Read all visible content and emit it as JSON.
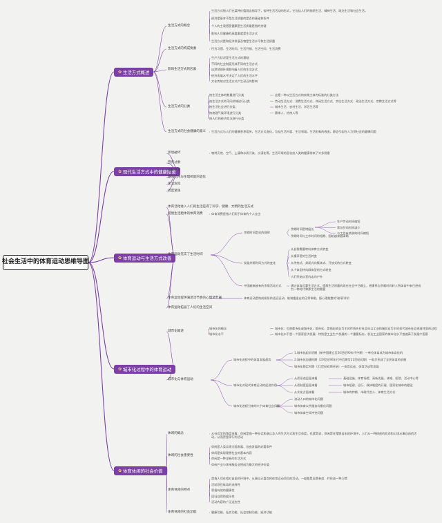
{
  "root": "社会生活中的体育运动思维导图",
  "colors": {
    "branch_fill": "#7b3fa6",
    "line": "#7b3fa6",
    "background": "#f2f2f0",
    "icon": "#ffd27a"
  },
  "branches": [
    {
      "title": "生活方式概述",
      "children": [
        {
          "label": "生活方式的概念",
          "items": [
            "生活方式指人们在某种价值观念指导下，各种生活活动的形式，它包括人们的物质生活、精神生活、政治生活和社会生活。",
            "经济是基本不是生活质量的是否的基础和条件",
            "个人的主观感受健康是生活质量是指的关键",
            "影响人们健康的高要素就是生活方式",
            "生活方式是和经济发展及物是生活水平和生活质量"
          ]
        },
        {
          "label": "生活方式的构成要素",
          "items": [
            "行为习惯、生活时间、生活开销、生活空间、生活消费"
          ]
        },
        {
          "label": "影响生活方式的因素",
          "items": [
            "生产力状况是生活方式的基础",
            "不同的社会制度形成不同的生活方式",
            "自然地理环境影响着人们的生活方式",
            "经济发展水平决定了人们的生活水平",
            "文化传统对生活方式产生深远的影响"
          ]
        },
        {
          "label": "生活方式的分类",
          "items": [
            "按生活主体的数量进行分类",
            "按生活方式的不同领域进行分类",
            "按生活社会进行分类",
            "按地理气候环境进行分类",
            "按人们的经济状况进行分类"
          ],
          "notes": [
            "这是一种以生活方式的实践主体为标准的分类方法",
            "劳动生活方式、消费生活方式、休闲生活方式、交往生活方式、政治生活方式、宗教生活方式等",
            "城市生活、农村生活、学区生活等",
            "赛季人、热带人等"
          ]
        },
        {
          "label": "生活方式的社会健康的意义",
          "items": [
            "生活方式与人们的健康息息相关，生活方式变化，包括生活内容、生活领域，生活形象的改变，都会引起在人力资社会的健康问题"
          ]
        }
      ]
    },
    {
      "title": "现代生活方式中的健康隐患",
      "children": [
        {
          "label": "环境破坏",
          "items": [
            "物种灭绝、空气、土壤和水质污染、沙漠化等，生活环境的恶化给人类的健康带来了许多隐患"
          ]
        },
        {
          "label": "营养过剩",
          "items": []
        },
        {
          "label": "运动不足",
          "items": []
        },
        {
          "label": "膳食结构与生理机能的退化",
          "items": []
        },
        {
          "label": "生活危险",
          "items": []
        },
        {
          "label": "高度紧张",
          "items": []
        }
      ]
    },
    {
      "title": "体育运动与生活方式改善",
      "children": [
        {
          "label": "体育活动进入人们的生活是得了科学、健康、文明的生活方式",
          "items": []
        },
        {
          "label": "提倡生活趋体的体育消费",
          "items": [
            "体育消费是指人们用于体育的个人支出"
          ]
        },
        {
          "label": "体育运动充实了生活时间",
          "groups": [
            {
              "label": "余暇时间是化的规律",
              "items": [
                "余暇时间是增届长",
                "余暇时间与工作时间的短期、固始越来越清晰"
              ],
              "sub": [
                "生产劳动时间缩短",
                "家务劳动时间减少",
                "与工作有关联的时间缩短"
              ]
            },
            {
              "label": "发展余暇时间方式的变化",
              "items": [
                "从自我需要转向体育方式转变",
                "从慢享受的生活转变",
                "从传统式、封闭式向集体式、开放式的方式转变",
                "从个体型转向群体型的方式转变",
                "人们开始从室内走向户外"
              ]
            },
            {
              "label": "中国越来越有的余暇活动方式",
              "items": [
                "通过体育运要生活方式，提高生活质量的现在社会中已确立，把康系包余暇时间转入到体育中来已经成为一种时代和那生活的需要"
              ]
            }
          ]
        },
        {
          "label": "体育运动提供满足活节奏的心理调节器",
          "items": [
            "体育运动是构成紧张的适运运动，能减缓虚走的压将体能，振心理能整的'玻璃'评价"
          ]
        },
        {
          "label": "体育运动拓展了人们的生活空间",
          "items": []
        }
      ]
    },
    {
      "title": "城市化过程中的体育运动",
      "children": [
        {
          "label": "城市化概述",
          "items": [
            "城市化的概念",
            "城市化水平"
          ],
          "notes": [
            "城市化：也称都市化或城市化，都市化，是指由农业为主的传统乡村社会向以工业和服务业为主的现代城市社会逐渐转变的过程",
            "城市化水平是一个国家经济发展、特别是工业生产发展的一个重要标志。发达工业国家的城市化水平普遍高于发展中国家"
          ]
        },
        {
          "label": "城市化与体育运动",
          "groups": [
            {
              "label": "城市化进程中的体育发展趋势",
              "items": [
                "1.城市化起步初期（新中国建立至20世纪90年代中期）—单位体育成为城市体育化机",
                "2.城市化加速时期（20世纪90年代中后期至21世纪初期）—助步形成了全民体育的机制",
                "城市化稳定时期（21世纪初期开始）—体育运动、体育活动等发展"
              ]
            },
            {
              "label": "城市化对现代体育运动的促进作用",
              "items": [
                "从而形态层面来看",
                "从而制度层面来看",
                "从文化方面来看"
              ],
              "notes": [
                "基础设施、体育场馆、高新发展、体格、医院、活动中心等",
                "城市组建、运行、政体制度的开展、国家化城市的健设",
                "城市的特格、市政代言人、体育生活方式"
              ]
            },
            {
              "label": "城市化进程引来的六个体育社会问题",
              "items": [
                "流动人口的城市化问题",
                "城市体育公共服务均衡化问题",
                "城市体育空间冲突问题"
              ]
            }
          ]
        }
      ]
    },
    {
      "title": "体育休闲的社会价值",
      "children": [
        {
          "label": "休闲的概念",
          "items": [
            "从社会学的角度来看，休闲是指一种社会和谐以及人的生活方式和生活态度，也就是说，休闲是在摆脱自由的环境中，人们从一种顾虑的状态和心境从事自由的活动，从而更是享行的活动"
          ]
        },
        {
          "label": "休闲的社会重要性",
          "items": [
            "休闲是人类实现全面发展、自由发展的必要条件",
            "休闲是实现理想社会的基本内容",
            "休闲是一种全新的生活方式",
            "休闲产业与休闲服务业将成为最大的经济价值"
          ]
        },
        {
          "label": "体育休闲的特点",
          "items": [
            "是指人们在相对自由的环境中，从事自己喜欢的体育运动项目的活动，一般都是自愿参加、并形成一种习惯",
            "活动项目体育的选择性",
            "积极有效的健康性",
            "回归自然的娱乐性",
            "活动内容的广泛适应性"
          ]
        },
        {
          "label": "体育休闲的社会功能",
          "items": [
            "健康功能、社交功能、社会控制功能、经济功能"
          ]
        }
      ]
    }
  ]
}
